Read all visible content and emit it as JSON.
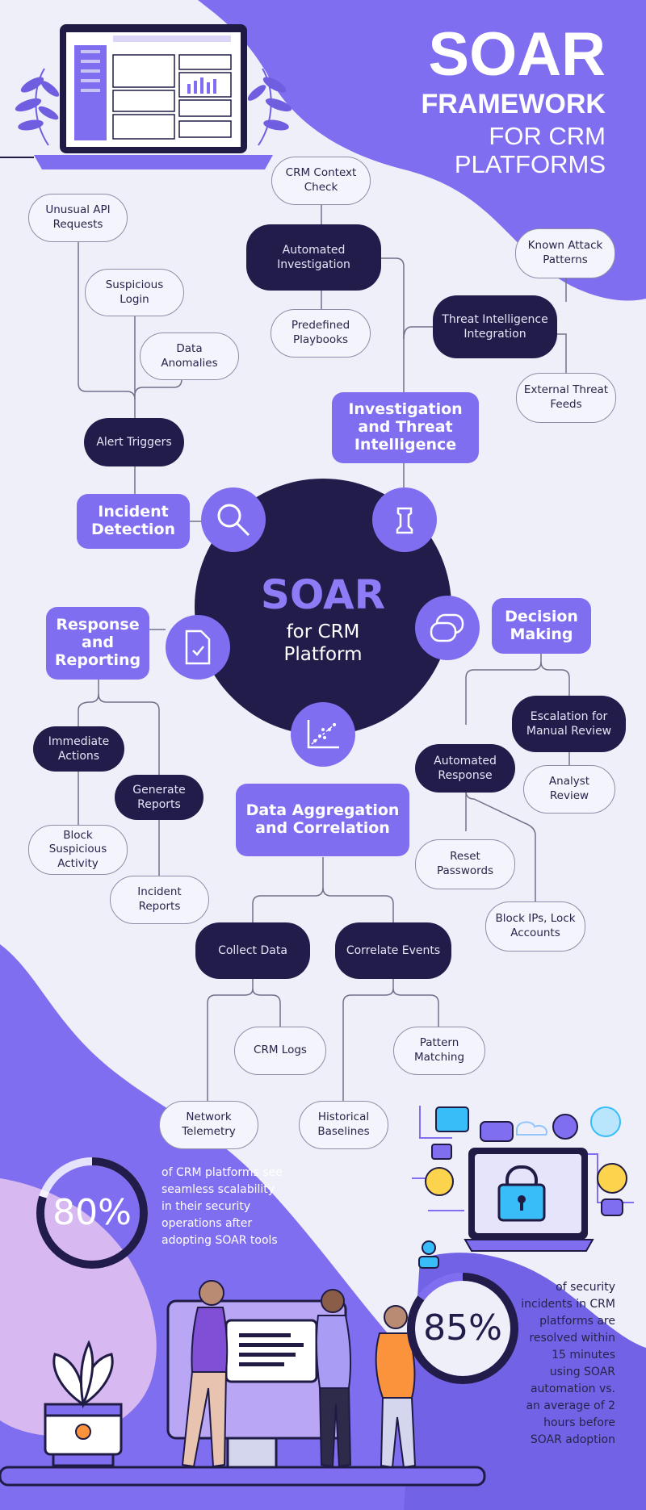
{
  "header": {
    "title_main": "SOAR",
    "title_line2": "FRAMEWORK",
    "title_line3": "FOR CRM",
    "title_line4": "PLATFORMS"
  },
  "center": {
    "title": "SOAR",
    "subtitle_line1": "for CRM",
    "subtitle_line2": "Platform"
  },
  "categories": {
    "incident_detection": "Incident Detection",
    "investigation": "Investigation and Threat Intelligence",
    "decision_making": "Decision Making",
    "response_reporting": "Response and Reporting",
    "data_aggregation": "Data Aggregation and Correlation"
  },
  "nodes": {
    "unusual_api": "Unusual API Requests",
    "suspicious_login": "Suspicious Login",
    "data_anomalies": "Data Anomalies",
    "alert_triggers": "Alert Triggers",
    "crm_context": "CRM Context Check",
    "automated_investigation": "Automated Investigation",
    "predefined_playbooks": "Predefined Playbooks",
    "known_attack": "Known Attack Patterns",
    "threat_intel_integration": "Threat Intelligence Integration",
    "external_feeds": "External Threat Feeds",
    "escalation": "Escalation for Manual Review",
    "analyst_review": "Analyst Review",
    "automated_response": "Automated Response",
    "reset_passwords": "Reset Passwords",
    "block_ips": "Block IPs, Lock Accounts",
    "immediate_actions": "Immediate Actions",
    "generate_reports": "Generate Reports",
    "block_suspicious": "Block Suspicious Activity",
    "incident_reports": "Incident Reports",
    "collect_data": "Collect Data",
    "correlate_events": "Correlate Events",
    "crm_logs": "CRM Logs",
    "pattern_matching": "Pattern Matching",
    "network_telemetry": "Network Telemetry",
    "historical_baselines": "Historical Baselines"
  },
  "stats": [
    {
      "value": "80%",
      "fraction": 0.8,
      "text": "of CRM platforms see seamless scalability in their security operations after adopting SOAR tools"
    },
    {
      "value": "85%",
      "fraction": 0.85,
      "text": "of security incidents in CRM platforms are resolved within 15 minutes using SOAR automation vs. an average of 2 hours before SOAR adoption"
    }
  ],
  "colors": {
    "primary": "#7f6ff0",
    "dark": "#211c4a",
    "background": "#eeeff9",
    "light_node": "#f4f5fc"
  },
  "icons": [
    "magnifier-icon",
    "chess-rook-icon",
    "chat-bubbles-icon",
    "document-check-icon",
    "scatter-chart-icon",
    "laptop-dashboard-illustration",
    "security-laptop-illustration",
    "team-illustration",
    "plant-icon"
  ]
}
